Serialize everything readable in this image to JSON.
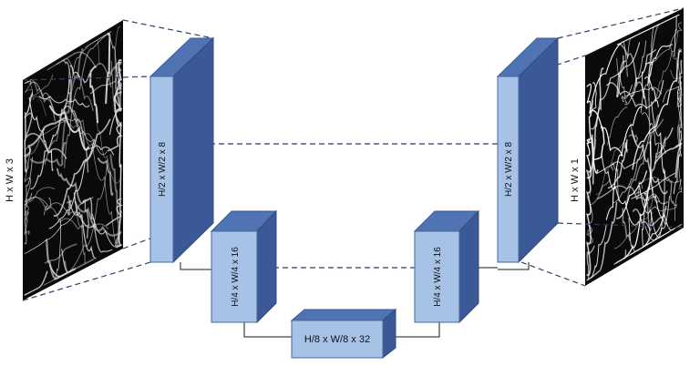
{
  "diagram": {
    "type": "unet-architecture",
    "input_label": "H x W x 3",
    "output_label": "H x W x 1",
    "blocks": {
      "enc1": "H/2 x W/2 x 8",
      "enc2": "H/4 x W/4 x 16",
      "bottleneck": "H/8 x W/8 x 32",
      "dec2": "H/4 x W/4 x 16",
      "dec1": "H/2 x W/2 x 8"
    }
  },
  "colors": {
    "block_front": "#a6c2e6",
    "block_top": "#4f73b3",
    "block_side": "#3a5996",
    "dashed_line": "#2f3f66"
  }
}
